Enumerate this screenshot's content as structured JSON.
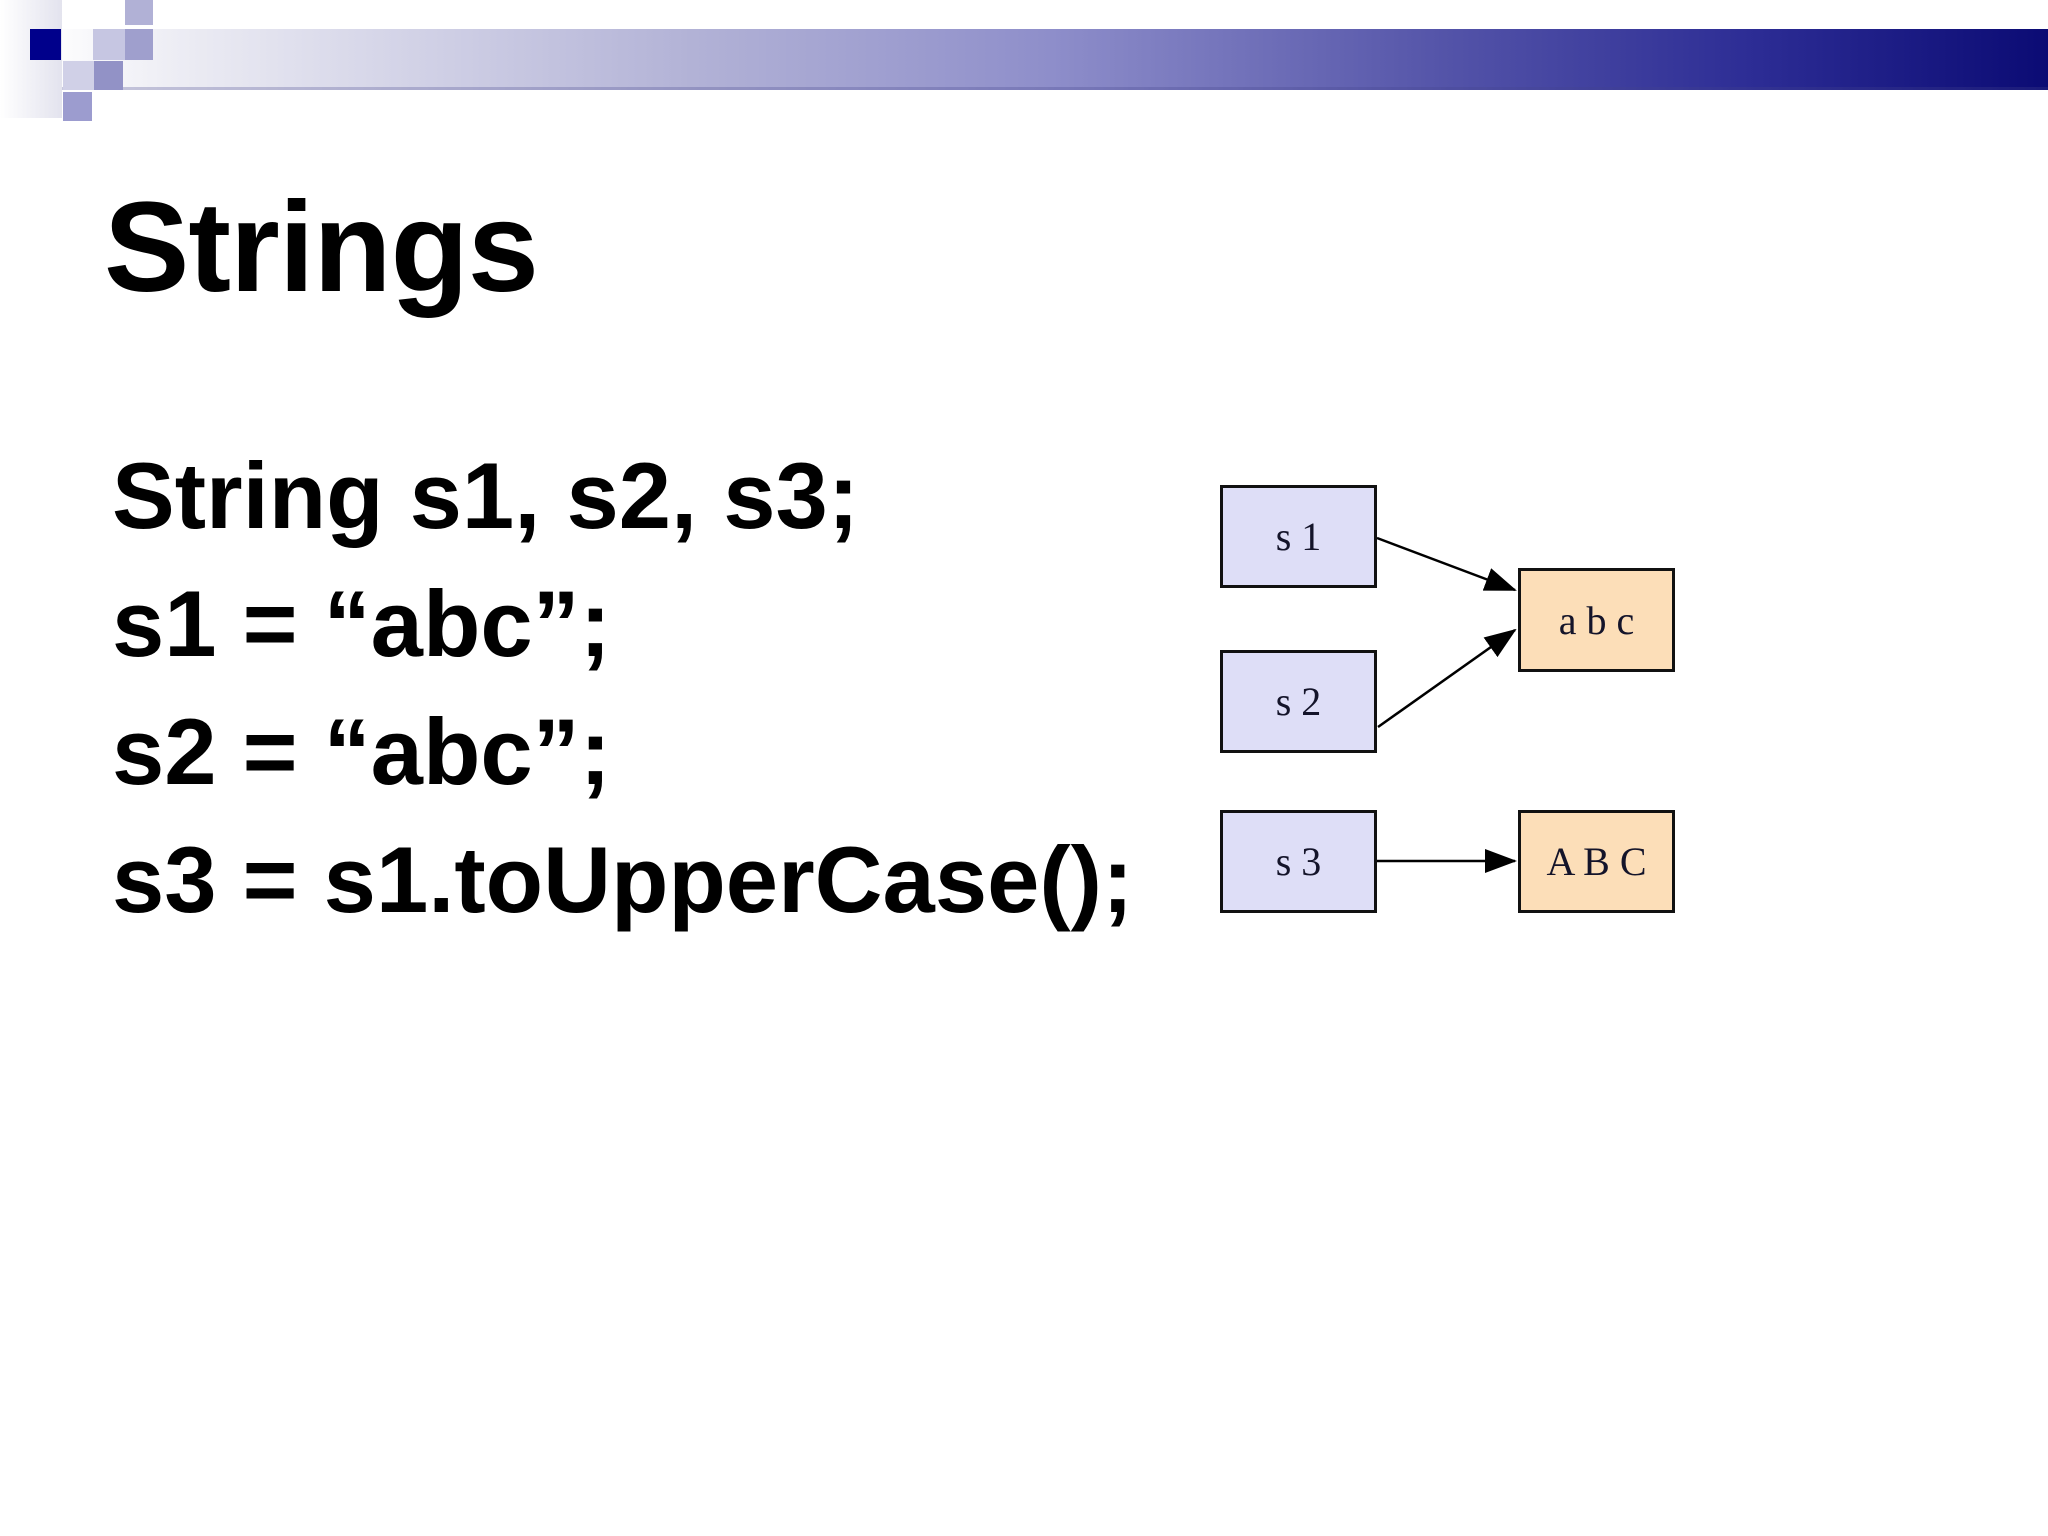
{
  "slide": {
    "title": "Strings",
    "code_lines": [
      "String s1, s2, s3;",
      "s1 = “abc”;",
      "s2 = “abc”;",
      "s3 = s1.toUpperCase();"
    ]
  },
  "diagram": {
    "variables": [
      {
        "label": "s 1"
      },
      {
        "label": "s 2"
      },
      {
        "label": "s 3"
      }
    ],
    "values": [
      {
        "label": "a b c"
      },
      {
        "label": "A B C"
      }
    ]
  },
  "theme": {
    "variable_box_fill": "#dedef7",
    "value_box_fill": "#fcdeb8",
    "box_border": "#111111",
    "arrow_color": "#000000",
    "header_bar_dark": "#0b0b74",
    "navy_square": "#00008b",
    "text_color": "#000000"
  }
}
